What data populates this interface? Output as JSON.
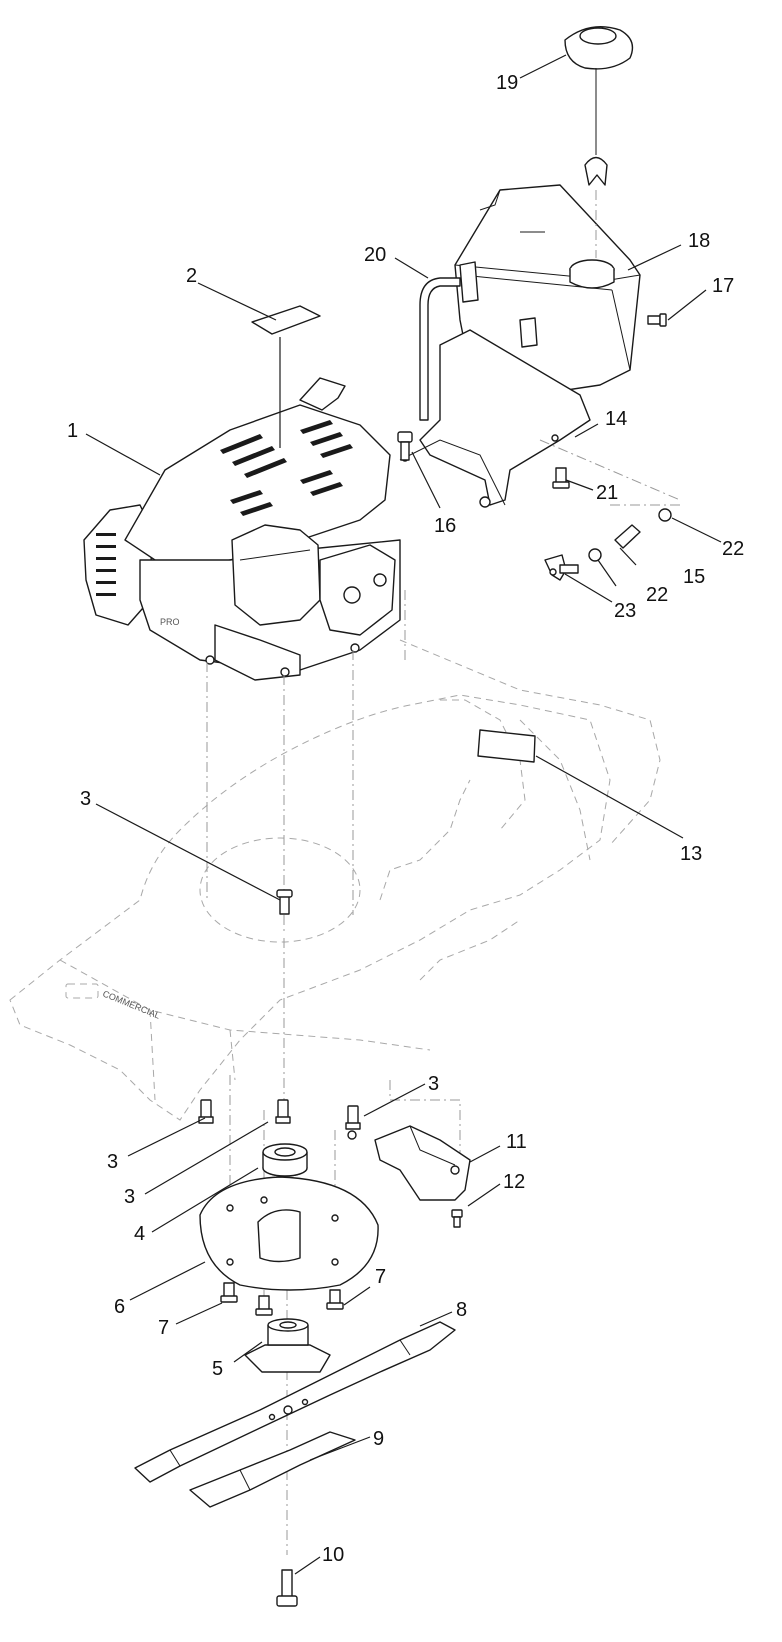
{
  "callouts": [
    {
      "id": "c1",
      "label": "1"
    },
    {
      "id": "c2",
      "label": "2"
    },
    {
      "id": "c3a",
      "label": "3"
    },
    {
      "id": "c3b",
      "label": "3"
    },
    {
      "id": "c3c",
      "label": "3"
    },
    {
      "id": "c3d",
      "label": "3"
    },
    {
      "id": "c4",
      "label": "4"
    },
    {
      "id": "c5",
      "label": "5"
    },
    {
      "id": "c6",
      "label": "6"
    },
    {
      "id": "c7a",
      "label": "7"
    },
    {
      "id": "c7b",
      "label": "7"
    },
    {
      "id": "c8",
      "label": "8"
    },
    {
      "id": "c9",
      "label": "9"
    },
    {
      "id": "c10",
      "label": "10"
    },
    {
      "id": "c11",
      "label": "11"
    },
    {
      "id": "c12",
      "label": "12"
    },
    {
      "id": "c13",
      "label": "13"
    },
    {
      "id": "c14",
      "label": "14"
    },
    {
      "id": "c15",
      "label": "15"
    },
    {
      "id": "c16",
      "label": "16"
    },
    {
      "id": "c17",
      "label": "17"
    },
    {
      "id": "c18",
      "label": "18"
    },
    {
      "id": "c19",
      "label": "19"
    },
    {
      "id": "c20",
      "label": "20"
    },
    {
      "id": "c21",
      "label": "21"
    },
    {
      "id": "c22a",
      "label": "22"
    },
    {
      "id": "c22b",
      "label": "22"
    },
    {
      "id": "c23",
      "label": "23"
    }
  ],
  "markings": {
    "deck_logo": "COMMERCIAL",
    "engine_label": "PRO"
  }
}
